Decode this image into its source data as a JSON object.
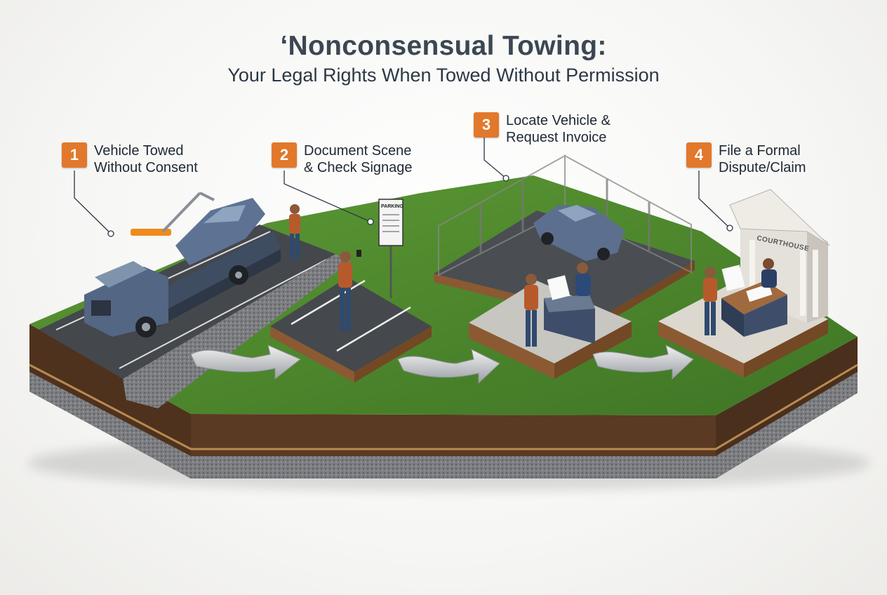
{
  "header": {
    "title": "‘Nonconsensual Towing:",
    "subtitle": "Your Legal Rights When Towed Without Permission"
  },
  "steps": [
    {
      "number": "1",
      "label": "Vehicle Towed\nWithout Consent"
    },
    {
      "number": "2",
      "label": "Document Scene\n& Check Signage"
    },
    {
      "number": "3",
      "label": "Locate Vehicle &\nRequest Invoice"
    },
    {
      "number": "4",
      "label": "File a Formal\nDispute/Claim"
    }
  ],
  "scene": {
    "sign_text": "PARKING",
    "courthouse_text": "COURTHOUSE"
  },
  "colors": {
    "accent": "#e2782c",
    "title": "#3b4753",
    "grass": "#4f8a2e",
    "soil": "#5a3a22",
    "asphalt": "#4a4d52"
  }
}
